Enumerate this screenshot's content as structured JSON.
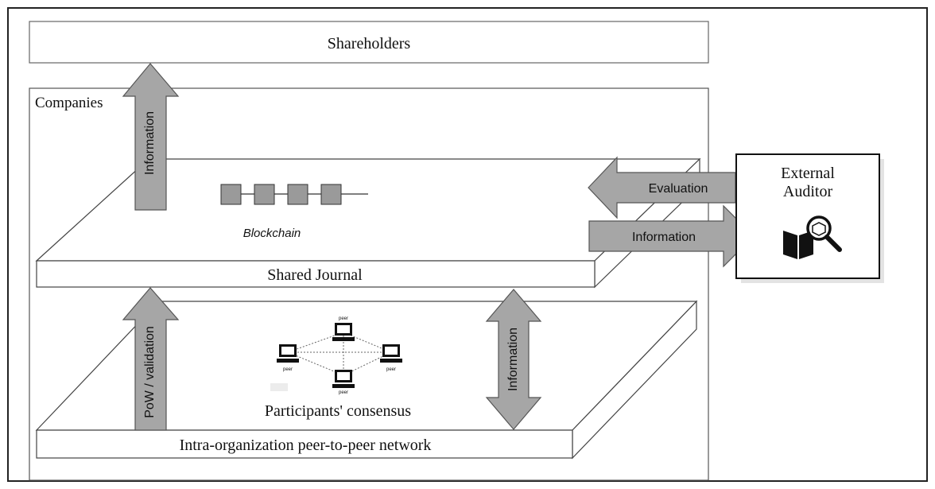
{
  "diagram": {
    "shareholders_label": "Shareholders",
    "companies_label": "Companies",
    "blockchain_label": "Blockchain",
    "shared_journal_label": "Shared Journal",
    "consensus_label": "Participants' consensus",
    "network_label": "Intra-organization peer-to-peer network",
    "auditor_label_line1": "External",
    "auditor_label_line2": "Auditor",
    "arrows": {
      "info_up": "Information",
      "pow": "PoW / validation",
      "info_bidirectional": "Information",
      "evaluation": "Evaluation",
      "info_right": "Information"
    },
    "peer_labels": [
      "peer",
      "peer",
      "peer",
      "peer"
    ]
  }
}
